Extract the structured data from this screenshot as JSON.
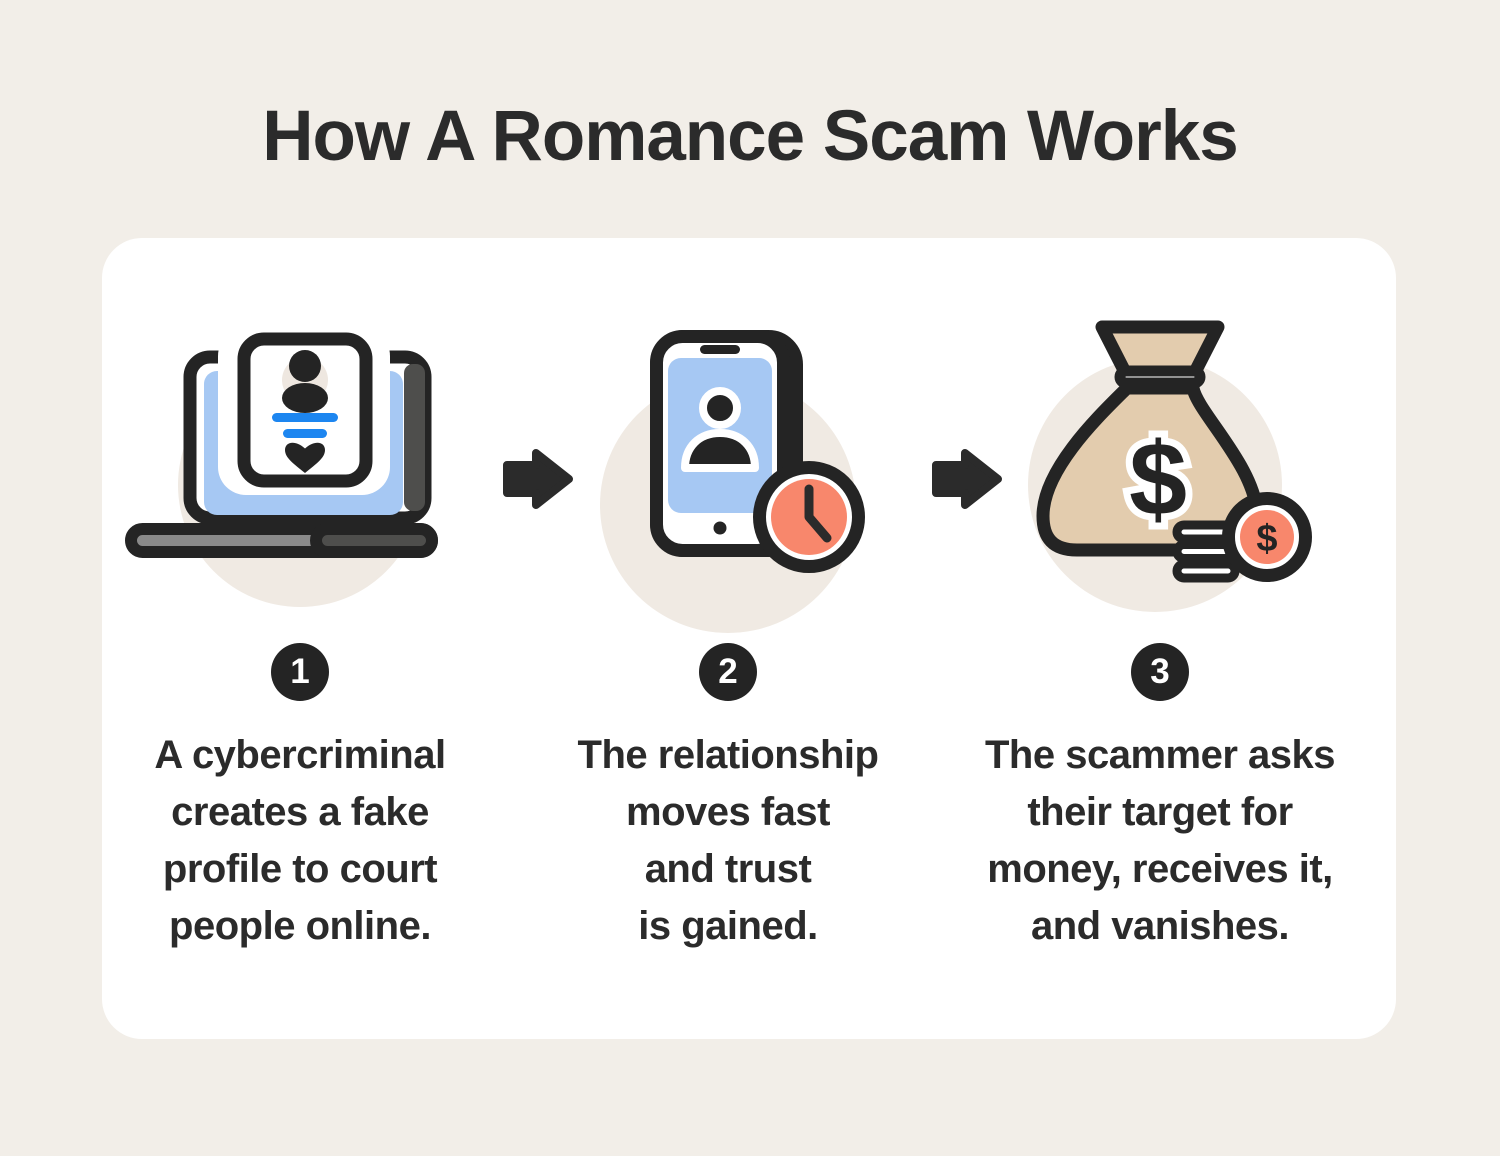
{
  "title": "How A Romance Scam Works",
  "colors": {
    "background": "#f2eee8",
    "card": "#ffffff",
    "text": "#2b2b2b",
    "outline": "#242424",
    "screen_blue": "#a6c8f3",
    "accent_blue": "#1d86f0",
    "salmon": "#f8876c",
    "money_tan": "#e3ccae",
    "circle_beige": "#f0eae3",
    "laptop_gray": "#8a8a8a",
    "device_dark_gray": "#4e4e4c"
  },
  "steps": [
    {
      "number": "1",
      "icon": "laptop-fake-profile-icon",
      "lines": [
        "A cybercriminal",
        "creates a fake",
        "profile to court",
        "people online."
      ],
      "text": "A cybercriminal creates a fake profile to court people online."
    },
    {
      "number": "2",
      "icon": "phone-clock-icon",
      "lines": [
        "The relationship",
        "moves fast",
        "and trust",
        "is gained."
      ],
      "text": "The relationship moves fast and trust is gained."
    },
    {
      "number": "3",
      "icon": "money-bag-coin-icon",
      "lines": [
        "The scammer asks",
        "their target for",
        "money, receives it,",
        "and vanishes."
      ],
      "text": "The scammer asks their target for money, receives it, and vanishes."
    }
  ]
}
